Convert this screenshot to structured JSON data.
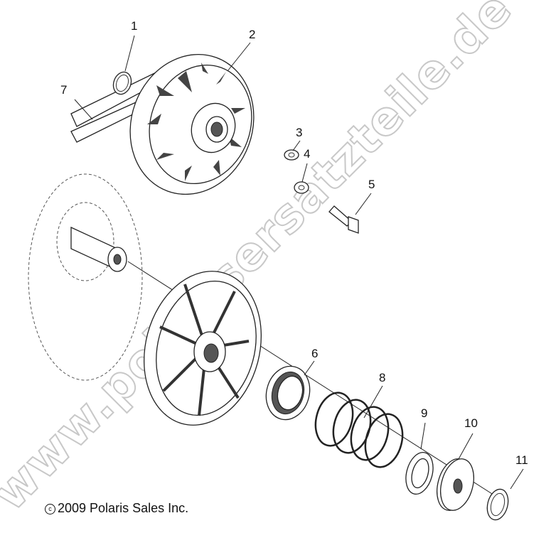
{
  "watermark": "www.polarisersatzteile.de",
  "copyright": {
    "symbol": "c",
    "text": "2009 Polaris Sales Inc."
  },
  "callouts": [
    "1",
    "2",
    "3",
    "4",
    "5",
    "6",
    "7",
    "8",
    "9",
    "10",
    "11"
  ]
}
